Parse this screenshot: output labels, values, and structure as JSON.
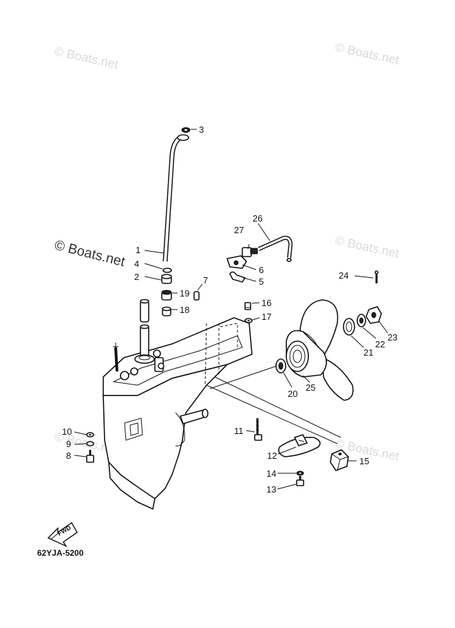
{
  "watermarks": {
    "w1": "© Boats.net",
    "w2": "© Boats.net",
    "w3": "© Boats.net",
    "w4": "© Boats.net",
    "w5": "© Boats.net",
    "w6": "© Boats.net"
  },
  "callouts": {
    "p1": "1",
    "p2": "2",
    "p3": "3",
    "p4": "4",
    "p5": "5",
    "p6": "6",
    "p7": "7",
    "p8": "8",
    "p9": "9",
    "p10": "10",
    "p11": "11",
    "p12": "12",
    "p13": "13",
    "p14": "14",
    "p15": "15",
    "p16": "16",
    "p17": "17",
    "p18": "18",
    "p19": "19",
    "p20": "20",
    "p21": "21",
    "p22": "22",
    "p23": "23",
    "p24": "24",
    "p25": "25",
    "p26": "26",
    "p27": "27"
  },
  "fwd_label": "FWD",
  "diagram_code": "62YJA-5200"
}
